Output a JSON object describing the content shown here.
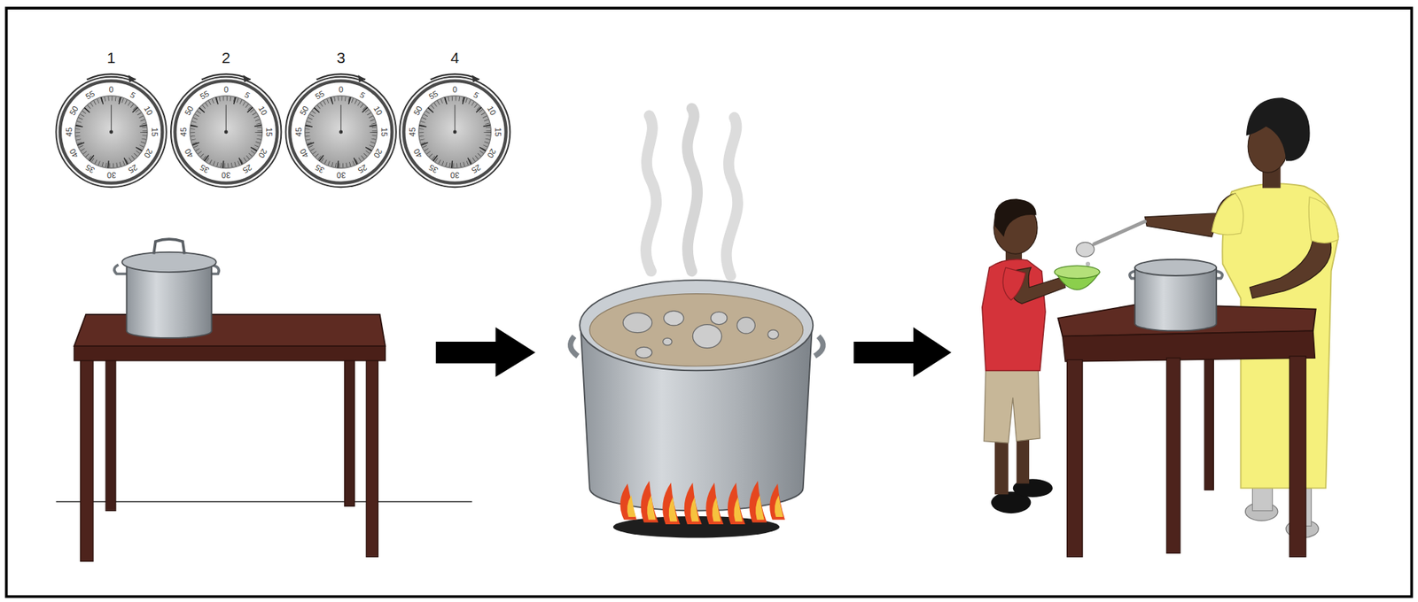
{
  "diagram": {
    "labels": [
      "1",
      "2",
      "3",
      "4",
      "0",
      "5",
      "10",
      "15",
      "20",
      "25",
      "30",
      "35",
      "40",
      "45",
      "50",
      "55",
      "0",
      "5",
      "10",
      "15",
      "20",
      "25",
      "30",
      "35",
      "40",
      "45",
      "50",
      "55",
      "0",
      "5",
      "10",
      "15",
      "20",
      "25",
      "30",
      "35",
      "40",
      "45",
      "50",
      "55",
      "0",
      "5",
      "10",
      "15",
      "20",
      "25",
      "30",
      "35",
      "40",
      "45",
      "50",
      "55"
    ]
  }
}
